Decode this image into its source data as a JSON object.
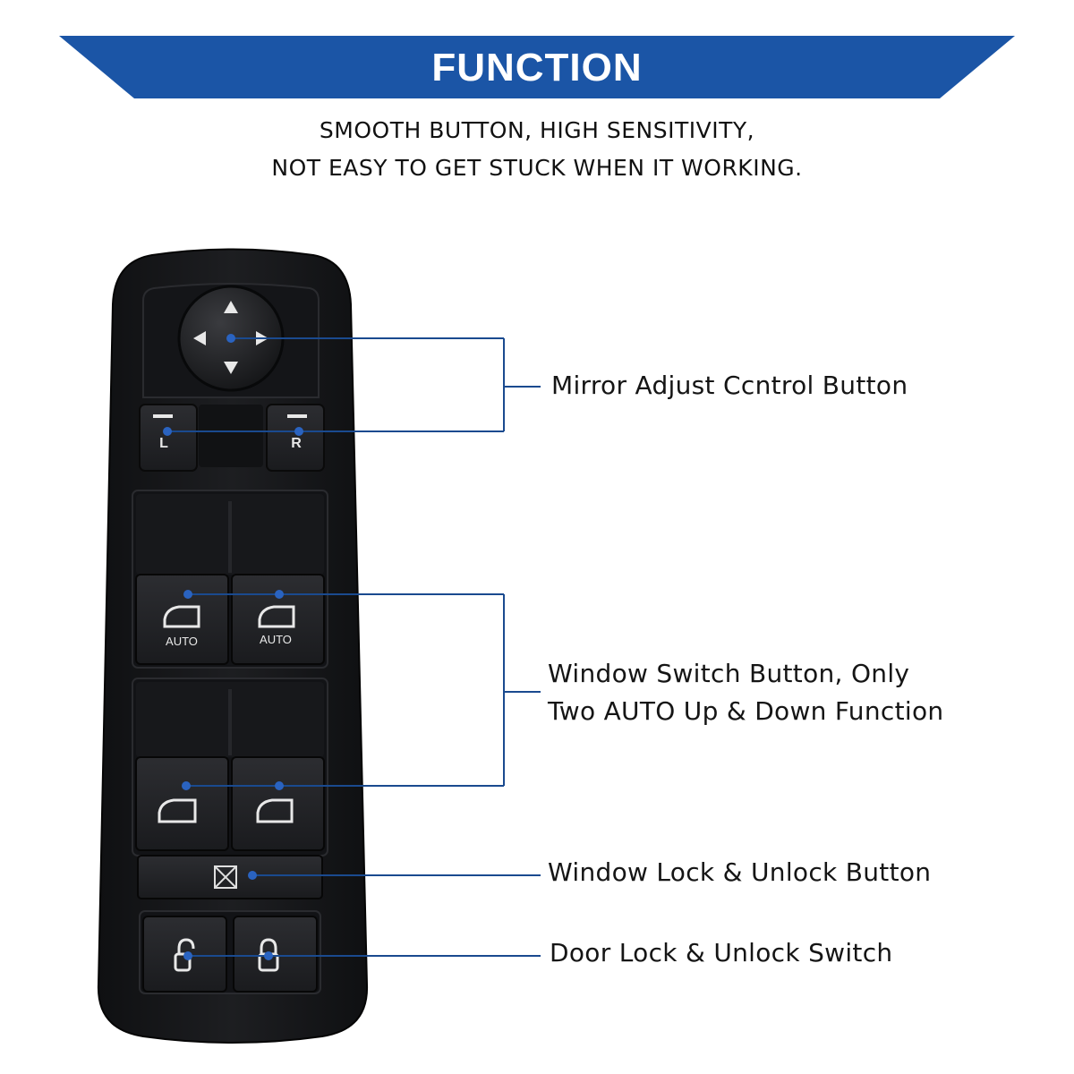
{
  "header": {
    "title": "FUNCTION",
    "subtitle_line1": "SMOOTH BUTTON, HIGH SENSITIVITY,",
    "subtitle_line2": "NOT EASY TO GET STUCK WHEN IT WORKING."
  },
  "callouts": {
    "mirror": "Mirror Adjust Ccntrol Button",
    "window_line1": "Window Switch Button, Only",
    "window_line2": "Two AUTO Up & Down Function",
    "window_lock": "Window Lock & Unlock Button",
    "door_lock": "Door Lock & Unlock Switch"
  },
  "switch": {
    "left_mirror_label": "L",
    "right_mirror_label": "R",
    "auto_label_left": "AUTO",
    "auto_label_right": "AUTO"
  },
  "colors": {
    "banner": "#1b55a6",
    "leader_line": "#1a4a8f",
    "panel": "#17181b",
    "button": "#232428"
  }
}
